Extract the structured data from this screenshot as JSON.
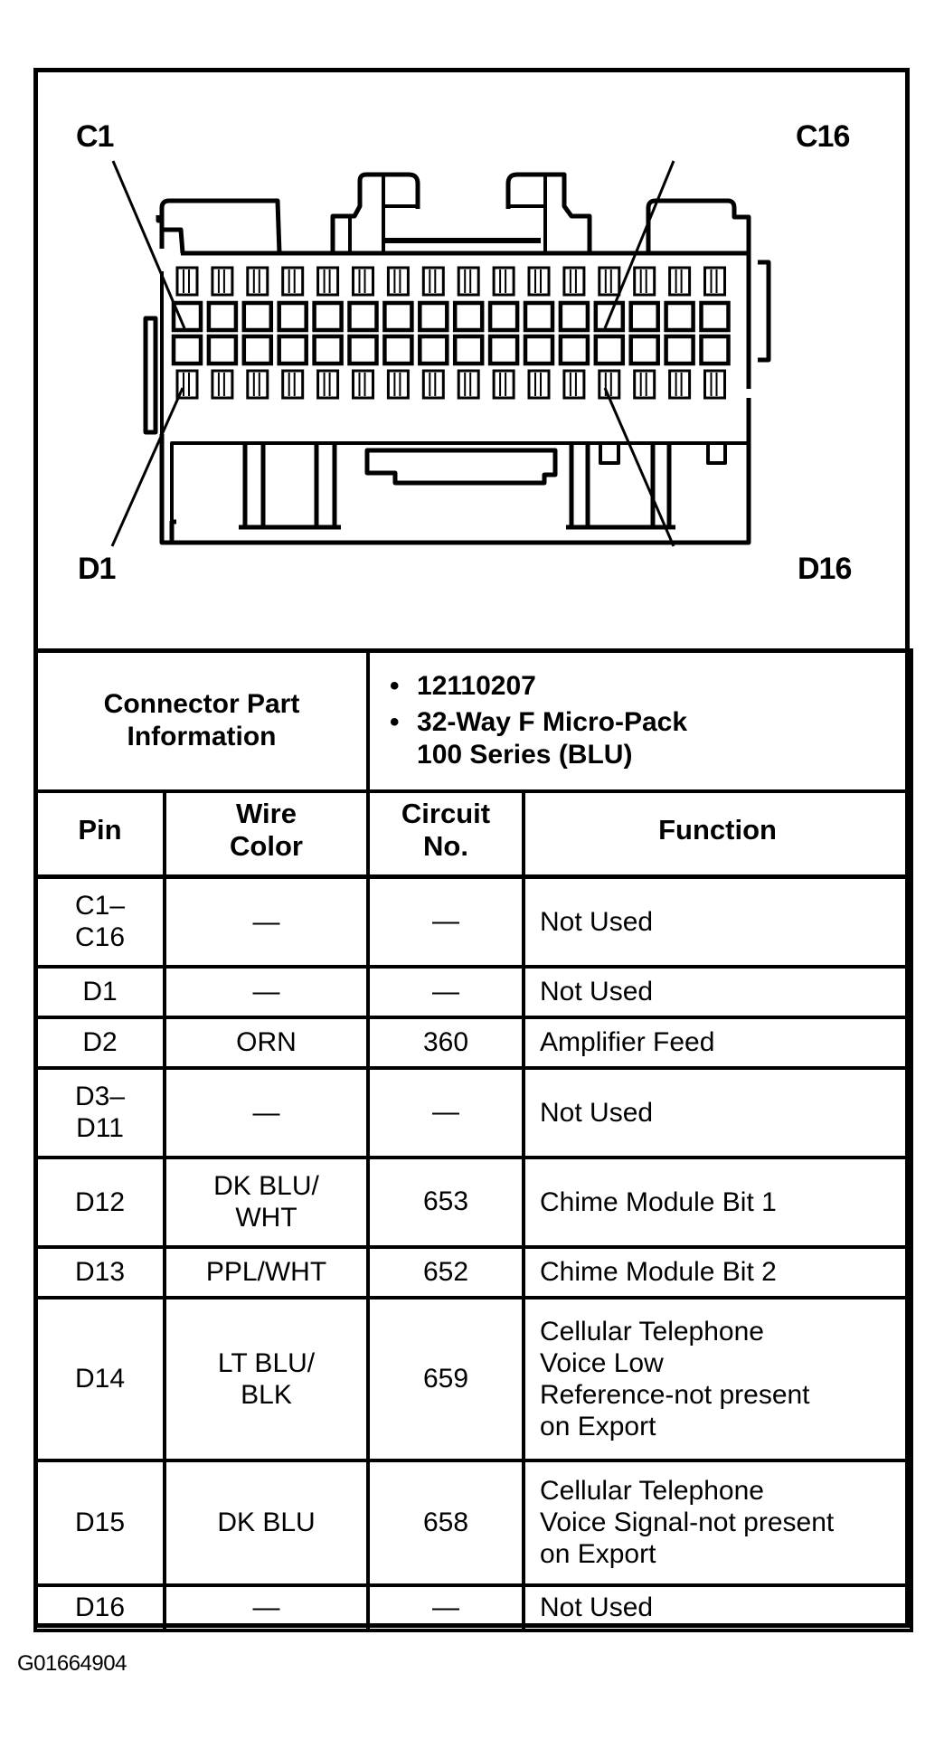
{
  "diagram": {
    "title": "32-Way F Micro-Pack connector face view",
    "pin_labels": {
      "top_left": "C1",
      "top_right": "C16",
      "bottom_left": "D1",
      "bottom_right": "D16"
    },
    "rows": [
      "C",
      "D"
    ],
    "pins_per_row": 16
  },
  "part_info": {
    "label_line1": "Connector Part",
    "label_line2": "Information",
    "items": [
      "12110207",
      "32-Way F Micro-Pack 100 Series (BLU)"
    ],
    "item2_line1": "32-Way F Micro-Pack",
    "item2_line2": "100 Series (BLU)"
  },
  "table": {
    "headers": {
      "pin": "Pin",
      "wire_color_line1": "Wire",
      "wire_color_line2": "Color",
      "circuit_line1": "Circuit",
      "circuit_line2": "No.",
      "function": "Function"
    },
    "rows": [
      {
        "pin_line1": "C1–",
        "pin_line2": "C16",
        "wire_line1": "—",
        "wire_line2": "",
        "circuit": "—",
        "function": [
          "Not Used"
        ]
      },
      {
        "pin_line1": "D1",
        "pin_line2": "",
        "wire_line1": "—",
        "wire_line2": "",
        "circuit": "—",
        "function": [
          "Not Used"
        ]
      },
      {
        "pin_line1": "D2",
        "pin_line2": "",
        "wire_line1": "ORN",
        "wire_line2": "",
        "circuit": "360",
        "function": [
          "Amplifier Feed"
        ]
      },
      {
        "pin_line1": "D3–",
        "pin_line2": "D11",
        "wire_line1": "—",
        "wire_line2": "",
        "circuit": "—",
        "function": [
          "Not Used"
        ]
      },
      {
        "pin_line1": "D12",
        "pin_line2": "",
        "wire_line1": "DK BLU/",
        "wire_line2": "WHT",
        "circuit": "653",
        "function": [
          "Chime Module Bit 1"
        ]
      },
      {
        "pin_line1": "D13",
        "pin_line2": "",
        "wire_line1": "PPL/WHT",
        "wire_line2": "",
        "circuit": "652",
        "function": [
          "Chime Module Bit 2"
        ]
      },
      {
        "pin_line1": "D14",
        "pin_line2": "",
        "wire_line1": "LT BLU/",
        "wire_line2": "BLK",
        "circuit": "659",
        "function": [
          "Cellular Telephone",
          "Voice Low",
          "Reference-not present",
          "on Export"
        ]
      },
      {
        "pin_line1": "D15",
        "pin_line2": "",
        "wire_line1": "DK BLU",
        "wire_line2": "",
        "circuit": "658",
        "function": [
          "Cellular Telephone",
          "Voice Signal-not present",
          "on Export"
        ]
      },
      {
        "pin_line1": "D16",
        "pin_line2": "",
        "wire_line1": "—",
        "wire_line2": "",
        "circuit": "—",
        "function": [
          "Not Used"
        ]
      }
    ]
  },
  "footer": {
    "figure_id": "G01664904"
  }
}
